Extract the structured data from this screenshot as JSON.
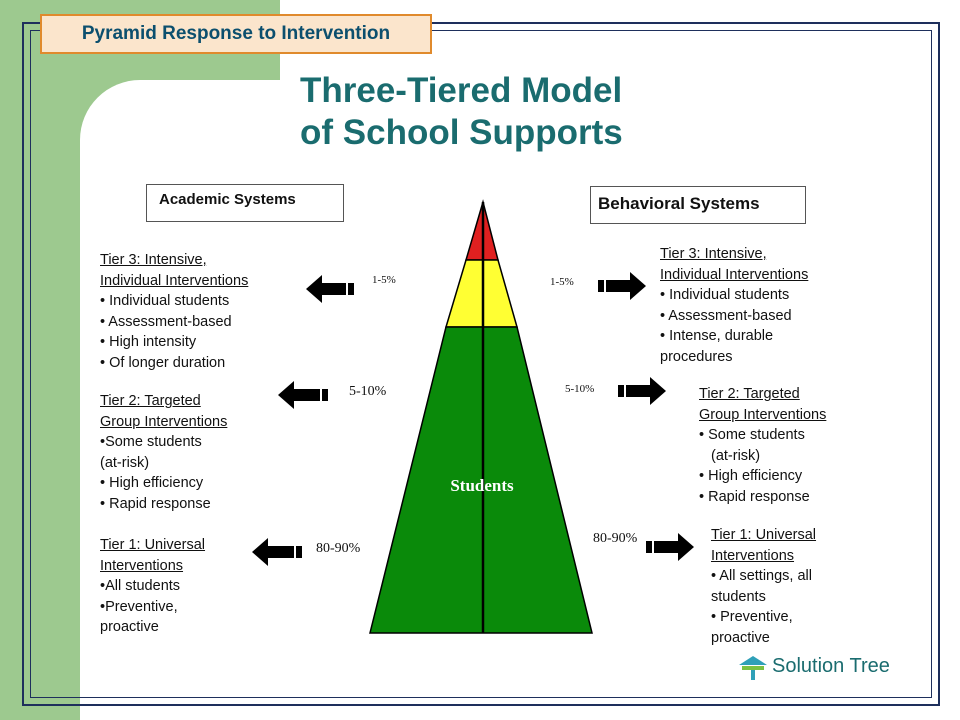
{
  "header": {
    "tab_title": "Pyramid Response to Intervention"
  },
  "title": {
    "line1": "Three-Tiered Model",
    "line2": "of School Supports"
  },
  "academic": {
    "box_label": "Academic Systems",
    "tier3": {
      "heading1": "Tier 3: Intensive,",
      "heading2": "Individual Interventions",
      "items": [
        "• Individual students",
        "• Assessment-based",
        "• High intensity",
        "• Of longer duration"
      ]
    },
    "tier2": {
      "heading1": "Tier 2: Targeted",
      "heading2": "Group Interventions",
      "items": [
        "•Some students",
        "(at-risk)",
        "• High efficiency",
        "• Rapid response"
      ]
    },
    "tier1": {
      "heading1": "Tier 1: Universal",
      "heading2": "Interventions",
      "items": [
        "•All students",
        "•Preventive,",
        "proactive"
      ]
    },
    "pct_tier3": "1-5%",
    "pct_tier2": "5-10%",
    "pct_tier1": "80-90%"
  },
  "behavioral": {
    "box_label": "Behavioral Systems",
    "tier3": {
      "heading1": "Tier 3: Intensive,",
      "heading2": "Individual Interventions",
      "items": [
        "• Individual students",
        "• Assessment-based",
        "• Intense, durable",
        "procedures"
      ]
    },
    "tier2": {
      "heading1": "Tier 2:  Targeted",
      "heading2": "Group Interventions",
      "items": [
        "• Some students",
        "(at-risk)",
        "• High efficiency",
        "• Rapid response"
      ]
    },
    "tier1": {
      "heading1": "Tier 1: Universal",
      "heading2": "Interventions",
      "items": [
        "• All settings, all",
        "students",
        "• Preventive,",
        "proactive"
      ]
    },
    "pct_tier3": "1-5%",
    "pct_tier2": "5-10%",
    "pct_tier1": "80-90%"
  },
  "pyramid": {
    "base_label": "Students",
    "tier_colors": {
      "tier3": "#e02020",
      "tier2": "#ffff33",
      "tier1": "#0a8a0a"
    }
  },
  "logo": {
    "text": "Solution Tree",
    "icon": "solution-tree-logo-icon"
  }
}
